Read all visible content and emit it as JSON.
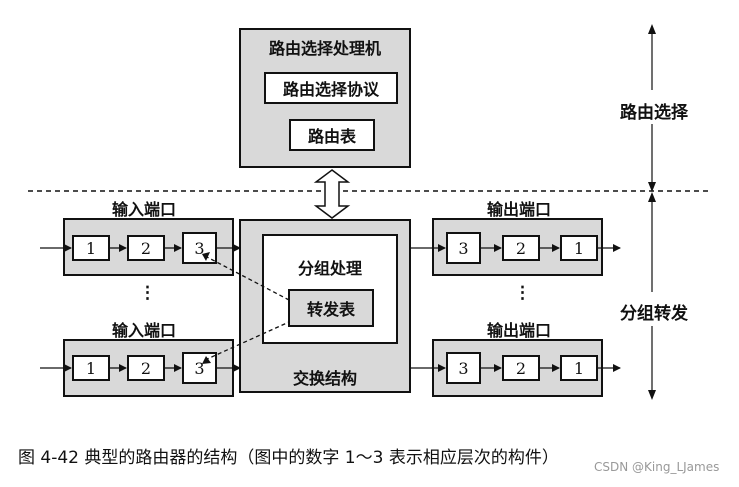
{
  "routing_processor": {
    "title": "路由选择处理机",
    "protocol": "路由选择协议",
    "table": "路由表"
  },
  "switch_fabric": {
    "title": "交换结构",
    "packet_processing": "分组处理",
    "forwarding_table": "转发表"
  },
  "input_ports": {
    "label": "输入端口",
    "stages": [
      "1",
      "2",
      "3"
    ]
  },
  "output_ports": {
    "label": "输出端口",
    "stages": [
      "3",
      "2",
      "1"
    ]
  },
  "ellipsis": "⋮",
  "layers": {
    "routing": "路由选择",
    "forwarding": "分组转发"
  },
  "caption": "图 4-42    典型的路由器的结构（图中的数字 1～3 表示相应层次的构件）",
  "watermark": "CSDN @King_LJames"
}
